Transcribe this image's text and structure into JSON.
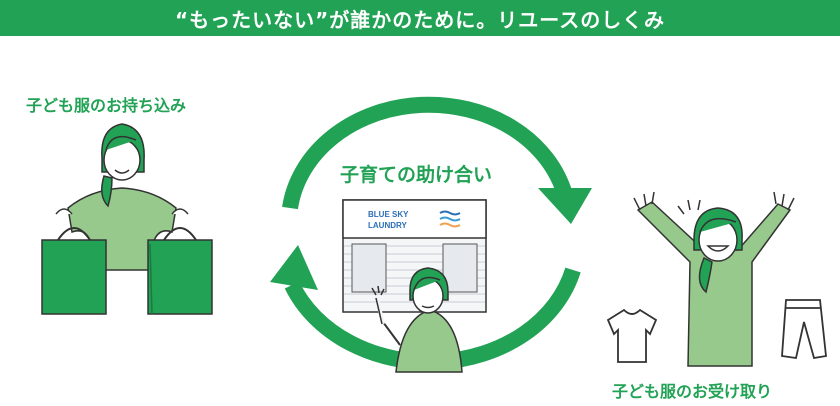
{
  "header": {
    "title": "“もったいない”が誰かのために。リユースのしくみ"
  },
  "diagram": {
    "left_label": "子ども服のお持ち込み",
    "center_label": "子育ての助け合い",
    "right_label": "子ども服のお受け取り",
    "shop_sign": {
      "line1": "BLUE SKY",
      "line2": "LAUNDRY"
    }
  },
  "colors": {
    "green": "#21a255",
    "light_green": "#97c98d",
    "dark_green": "#2b8a4b",
    "accent_blue": "#2c6fb7",
    "accent_orange": "#f0a050"
  }
}
